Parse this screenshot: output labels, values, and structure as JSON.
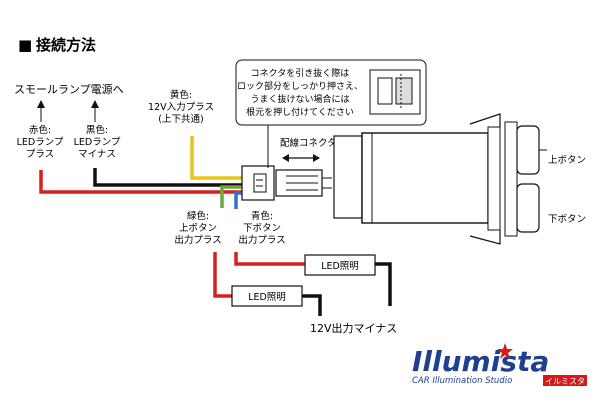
{
  "header": {
    "bullet": "■",
    "title": "接続方法"
  },
  "power_label": "スモールランプ電源へ",
  "wires": {
    "red": [
      "赤色:",
      "LEDランプ",
      "プラス"
    ],
    "black": [
      "黒色:",
      "LEDランプ",
      "マイナス"
    ],
    "yellow": [
      "黄色:",
      "12V入力プラス",
      "(上下共通)"
    ],
    "green": [
      "緑色:",
      "上ボタン",
      "出力プラス"
    ],
    "blue": [
      "青色:",
      "下ボタン",
      "出力プラス"
    ]
  },
  "connector_note": [
    "コネクタを引き抜く際は",
    "ロック部分をしっかり押さえ、",
    "うまく抜けない場合には",
    "根元を押し付けてください"
  ],
  "connector_label": "配線コネクタ",
  "button_labels": {
    "top": "上ボタン",
    "bottom": "下ボタン"
  },
  "led_label": "LED照明",
  "ground_label": "12V出力マイナス",
  "logo": {
    "main": "Illumista",
    "sub": "CAR Illumination Studio",
    "tag": "イルミスタ"
  },
  "colors": {
    "red": "#d62020",
    "black": "#111111",
    "yellow": "#e6c619",
    "green": "#6aa83a",
    "blue": "#2f6fd0",
    "logo_blue": "#1f3f8f",
    "logo_red": "#d61a1a"
  }
}
